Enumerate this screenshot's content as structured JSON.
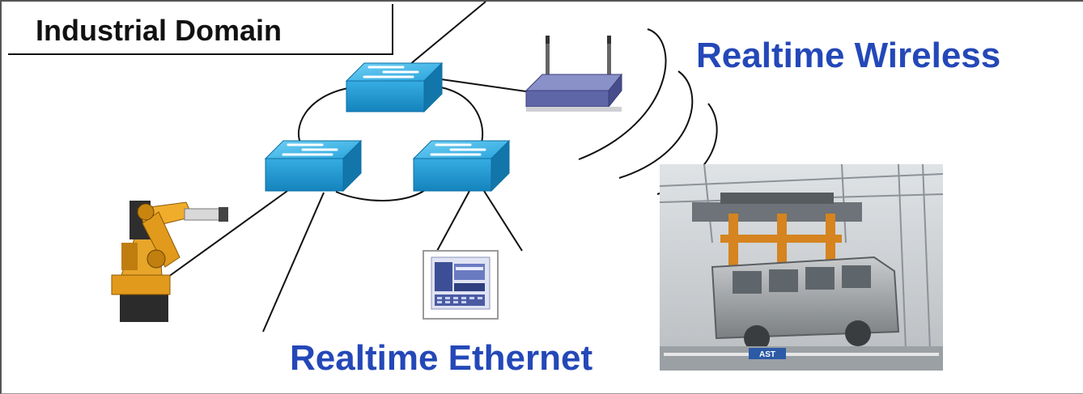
{
  "domain_box": {
    "label": "Industrial Domain"
  },
  "labels": {
    "wireless": "Realtime Wireless",
    "ethernet": "Realtime Ethernet"
  },
  "factory_photo": {
    "sign_text": "AST"
  },
  "colors": {
    "switch_top": "#3fb6e6",
    "switch_side": "#1c88c0",
    "access_point": "#5f66a8",
    "robot_orange": "#e29a1c",
    "label_blue": "#2448b8"
  }
}
